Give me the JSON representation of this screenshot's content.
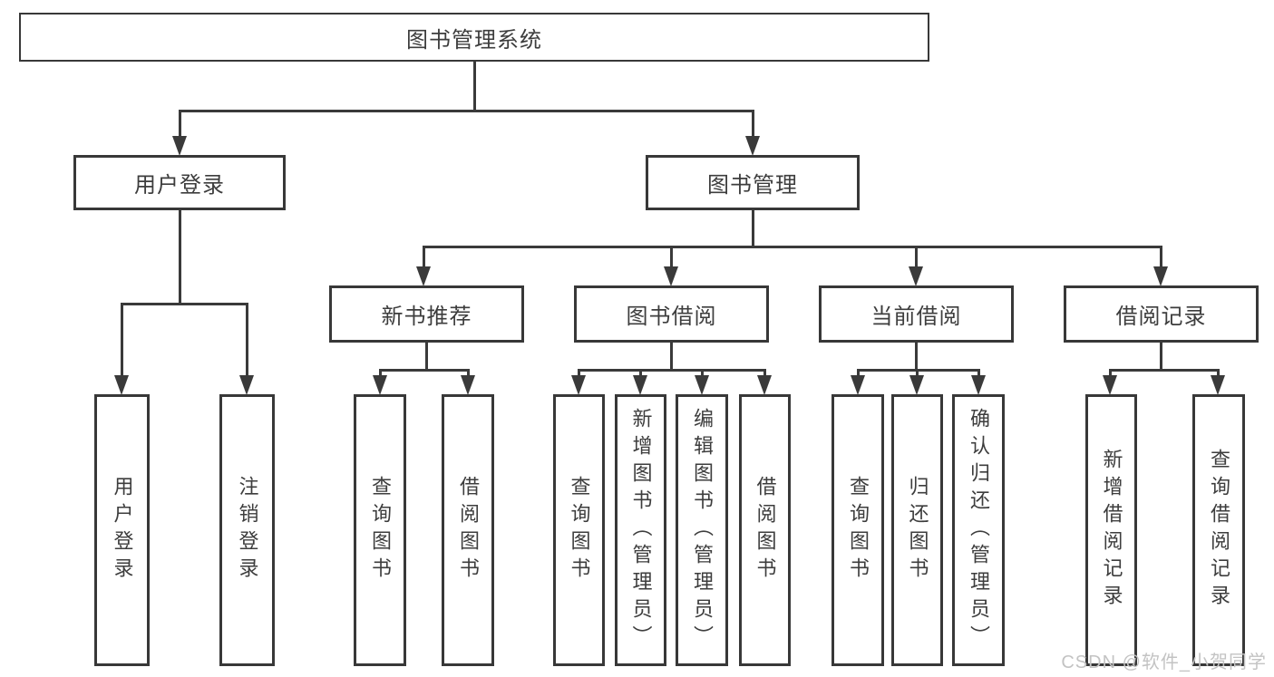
{
  "diagram": {
    "root": {
      "label": "图书管理系统"
    },
    "branches": [
      {
        "label": "用户登录",
        "leaves": [
          "用户登录",
          "注销登录"
        ]
      },
      {
        "label": "图书管理",
        "children": [
          {
            "label": "新书推荐",
            "leaves": [
              "查询图书",
              "借阅图书"
            ]
          },
          {
            "label": "图书借阅",
            "leaves": [
              "查询图书",
              "新增图书（管理员）",
              "编辑图书（管理员）",
              "借阅图书"
            ]
          },
          {
            "label": "当前借阅",
            "leaves": [
              "查询图书",
              "归还图书",
              "确认归还（管理员）"
            ]
          },
          {
            "label": "借阅记录",
            "leaves": [
              "新增借阅记录",
              "查询借阅记录"
            ]
          }
        ]
      }
    ]
  },
  "watermark": {
    "text": "CSDN @软件_小贺同学"
  },
  "colors": {
    "line": "#3a3a3a",
    "box_border": "#383838",
    "box_fill": "#ffffff",
    "text": "#3d3d3d",
    "watermark": "#c3c3c3"
  }
}
